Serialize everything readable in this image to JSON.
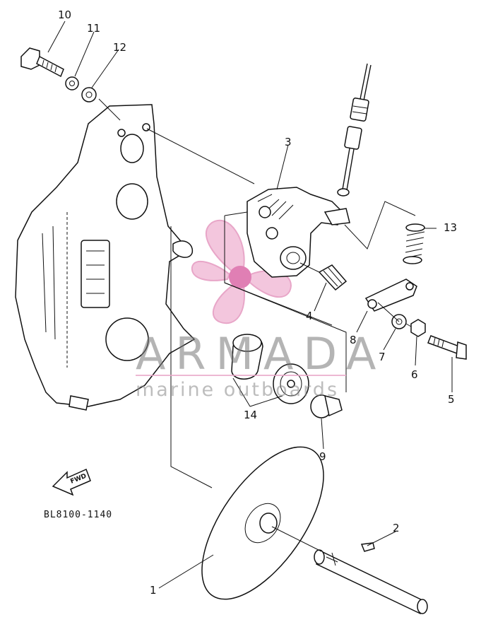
{
  "diagram": {
    "callouts": [
      {
        "id": "c1",
        "text": "1"
      },
      {
        "id": "c2",
        "text": "2"
      },
      {
        "id": "c3",
        "text": "3"
      },
      {
        "id": "c4",
        "text": "4"
      },
      {
        "id": "c5",
        "text": "5"
      },
      {
        "id": "c6",
        "text": "6"
      },
      {
        "id": "c7",
        "text": "7"
      },
      {
        "id": "c8",
        "text": "8"
      },
      {
        "id": "c9",
        "text": "9"
      },
      {
        "id": "c10",
        "text": "10"
      },
      {
        "id": "c11",
        "text": "11"
      },
      {
        "id": "c12",
        "text": "12"
      },
      {
        "id": "c13",
        "text": "13"
      },
      {
        "id": "c14",
        "text": "14"
      }
    ],
    "direction_label": "FWD",
    "diagram_code": "BL8100-1140"
  },
  "watermark": {
    "brand": "ARMADA",
    "tagline": "marine outboards",
    "colors": {
      "propeller": "#e8a6c8",
      "hub": "#e07fb4",
      "text": "#7a7a7a"
    }
  }
}
